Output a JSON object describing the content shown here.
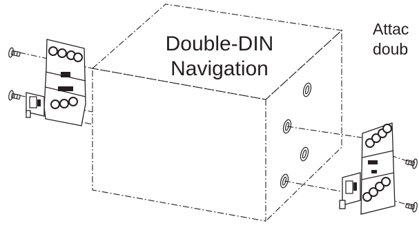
{
  "diagram": {
    "title_line1": "Double-DIN",
    "title_line2": "Navigation",
    "note_line1": "Attac",
    "note_line2": "doub",
    "colors": {
      "ink": "#231f20",
      "background": "#ffffff"
    },
    "icons": [
      "screw-icon",
      "mounting-bracket-icon",
      "mounting-slot-icon"
    ]
  }
}
